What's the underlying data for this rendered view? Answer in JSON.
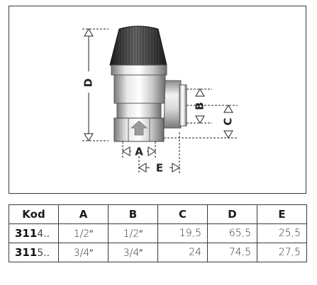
{
  "figure": {
    "dimension_labels": {
      "a": "A",
      "b": "B",
      "c": "C",
      "d": "D",
      "e": "E"
    }
  },
  "table": {
    "headers": [
      "Kod",
      "A",
      "B",
      "C",
      "D",
      "E"
    ],
    "rows": [
      {
        "code_main": "311",
        "code_suffix": "4..",
        "a": "1/2″",
        "b": "1/2″",
        "c": "19,5",
        "d": "65,5",
        "e": "25,5"
      },
      {
        "code_main": "311",
        "code_suffix": "5..",
        "a": "3/4″",
        "b": "3/4″",
        "c": "24",
        "d": "74,5",
        "e": "27,5"
      }
    ]
  }
}
